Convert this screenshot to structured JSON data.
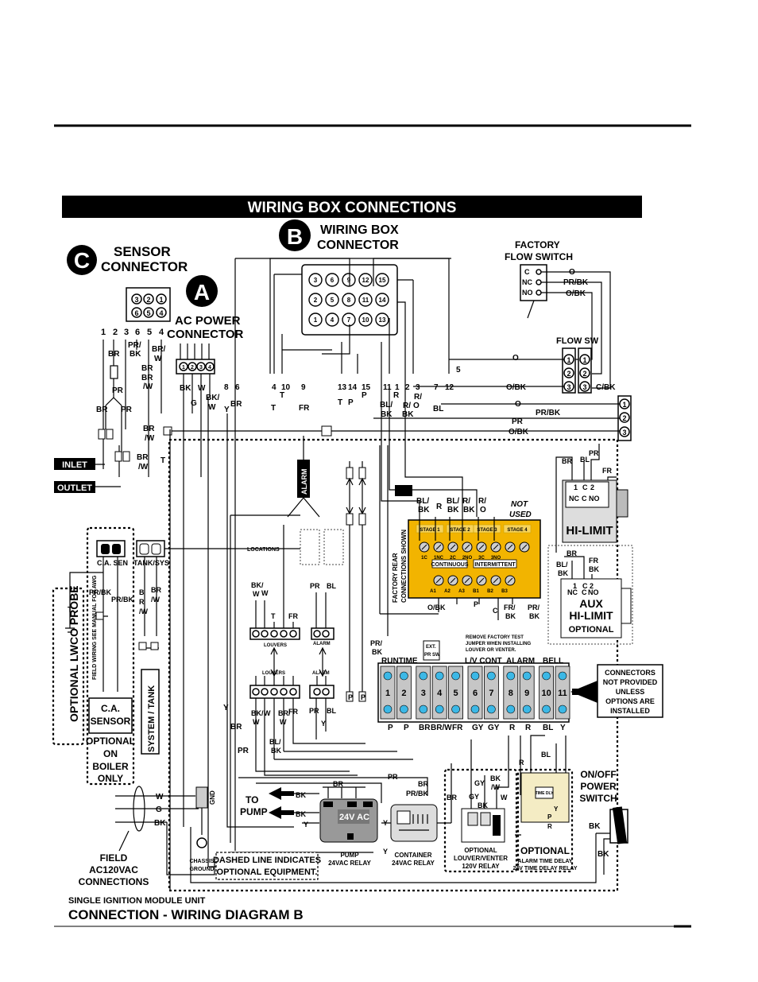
{
  "header": {
    "banner": "WIRING BOX CONNECTIONS"
  },
  "badges": {
    "a": "A",
    "b": "B",
    "c": "C"
  },
  "sensor_connector": {
    "line1": "SENSOR",
    "line2": "CONNECTOR",
    "pins_top": [
      "3",
      "2",
      "1"
    ],
    "pins_bottom": [
      "6",
      "5",
      "4"
    ],
    "wire_numbers": [
      "1",
      "2",
      "3",
      "6",
      "5",
      "4"
    ],
    "wire_colors": [
      "BR",
      "PR/",
      "BK",
      "BR/",
      "W",
      "BR",
      "PR",
      "BR",
      "PR",
      "BR",
      "/W",
      "BR",
      "/W",
      "BR",
      "/W",
      "T"
    ]
  },
  "ac_power": {
    "line1": "AC POWER",
    "line2": "CONNECTOR",
    "pins": [
      "1",
      "2",
      "3",
      "4"
    ],
    "wires": [
      "BK",
      "W",
      "BK/",
      "W",
      "G",
      "Y"
    ]
  },
  "wiring_box_connector": {
    "line1": "WIRING BOX",
    "line2": "CONNECTOR",
    "pins_row1": [
      "3",
      "6",
      "9",
      "12",
      "15"
    ],
    "pins_row2": [
      "2",
      "5",
      "8",
      "11",
      "14"
    ],
    "pins_row3": [
      "1",
      "4",
      "7",
      "10",
      "13"
    ],
    "wire_numbers": [
      "8",
      "6",
      "4",
      "10",
      "9",
      "13",
      "14",
      "15",
      "11",
      "1",
      "2",
      "3",
      "7",
      "12",
      "5"
    ],
    "wire_colors": [
      "BR",
      "T",
      "T",
      "FR",
      "T",
      "P",
      "P",
      "BL/",
      "BK",
      "R",
      "R/",
      "BK",
      "R/",
      "O",
      "BL"
    ]
  },
  "flow_switch": {
    "factory_line1": "FACTORY",
    "factory_line2": "FLOW SWITCH",
    "terms": [
      "C",
      "NC",
      "NO"
    ],
    "wires": [
      "O",
      "PR/BK",
      "O/BK"
    ],
    "flow_sw": "FLOW SW",
    "pins": [
      "1",
      "2",
      "3"
    ],
    "right_pins": [
      "1",
      "2",
      "3"
    ],
    "mid_wires": [
      "O",
      "O/BK",
      "O",
      "C/BK",
      "PR",
      "O/BK",
      "PR/BK"
    ]
  },
  "inlet_outlet": {
    "inlet": "INLET",
    "outlet": "OUTLET"
  },
  "lwco": {
    "label": "OPTIONAL LWCO PROBE",
    "t": "T"
  },
  "ca_sensor": {
    "conn": "C.A. SEN",
    "tank": "TANK/SYS",
    "wires": [
      "PR/BK",
      "PR/BK",
      "B",
      "R",
      "/W",
      "BR",
      "/W"
    ],
    "field_note": "FIELD WIRING SEE MANUAL FOR AWG",
    "box_line1": "C.A.",
    "box_line2": "SENSOR",
    "optional": [
      "OPTIONAL",
      "ON",
      "BOILER",
      "ONLY"
    ],
    "system_tank": "SYSTEM / TANK"
  },
  "module": {
    "alarm": "ALARM",
    "locations": "LOCATIONS",
    "side_label_1": "FACTORY REAR",
    "side_label_2": "CONNECTIONS SHOWN",
    "top_wires": [
      "BL/",
      "BK",
      "R",
      "BL/",
      "BK",
      "R/",
      "BK",
      "R/",
      "O"
    ],
    "not_used_1": "NOT",
    "not_used_2": "USED",
    "stage_labels": [
      "STAGE 1",
      "STAGE 2",
      "STAGE 3",
      "STAGE 4"
    ],
    "row1": [
      "1C",
      "1NC",
      "2C",
      "2NO",
      "3C",
      "3NO"
    ],
    "continuous": "CONTINUOUS",
    "intermittent": "INTERMITTENT",
    "row2": [
      "A1",
      "A2",
      "A3",
      "B1",
      "B2",
      "B3"
    ],
    "bottom_wires": [
      "O/BK",
      "P",
      "C",
      "FR/",
      "BK",
      "PR/",
      "BK"
    ]
  },
  "hi_limit": {
    "wires": [
      "BR",
      "BL",
      "PR",
      "FR"
    ],
    "terms": [
      "1",
      "C",
      "2",
      "NC",
      "C",
      "NO"
    ],
    "label": "HI-LIMIT",
    "aux_wires": [
      "BR",
      "BL/",
      "BK",
      "FR",
      "BK"
    ],
    "aux_terms": [
      "1",
      "C",
      "2",
      "NC",
      "C",
      "NO"
    ],
    "aux_label": "AUX",
    "aux_label2": "HI-LIMIT",
    "aux_opt": "OPTIONAL"
  },
  "louvers": {
    "label": "LOUVERS",
    "alarm": "ALARM",
    "wires_top": [
      "BK/",
      "W",
      "W",
      "T",
      "FR",
      "PR",
      "BL"
    ],
    "wires_bot": [
      "BK/",
      "W",
      "W",
      "BR",
      "FR",
      "PR",
      "BL",
      "Y"
    ],
    "bl_w": [
      "BL/",
      "BK",
      "BR/",
      "W"
    ]
  },
  "terminal_strip": {
    "ext": "EXT.",
    "ext2": "PR SW",
    "remove_note": "REMOVE FACTORY TEST JUMPER WHEN INSTALLING LOUVER OR VENTER.",
    "groups": [
      "RUNTIME",
      "L/V CONT",
      "ALARM",
      "BELL"
    ],
    "numbers": [
      "1",
      "2",
      "3",
      "4",
      "5",
      "6",
      "7",
      "8",
      "9",
      "10",
      "11"
    ],
    "bottom_wires": [
      "P",
      "P",
      "BR",
      "BR/W",
      "FR",
      "GY",
      "GY",
      "R",
      "R",
      "BL",
      "Y"
    ],
    "pr_bk": [
      "PR/",
      "BK"
    ],
    "p_labels": [
      "P",
      "P"
    ]
  },
  "note_box": {
    "lines": [
      "CONNECTORS",
      "NOT PROVIDED",
      "UNLESS",
      "OPTIONS ARE",
      "INSTALLED"
    ]
  },
  "relays": {
    "to_pump_1": "TO",
    "to_pump_2": "PUMP",
    "relay_24vac": "24V AC",
    "pump_relay_1": "PUMP",
    "pump_relay_2": "24VAC RELAY",
    "container_1": "CONTAINER",
    "container_2": "24VAC RELAY",
    "louver_1": "OPTIONAL",
    "louver_2": "LOUVER/VENTER",
    "louver_3": "120V RELAY",
    "alarm_1": "OPTIONAL",
    "alarm_2": "ALARM TIME DELAY",
    "alarm_3": "24V TIME DELAY RELAY",
    "wires": [
      "BR",
      "BK",
      "BK",
      "Y",
      "Y",
      "Y",
      "PR",
      "BR",
      "PR/BK",
      "BR",
      "GY",
      "BK",
      "/W",
      "GY",
      "BK",
      "W",
      "R",
      "BL",
      "P",
      "R",
      "Y"
    ]
  },
  "field": {
    "wires": [
      "W",
      "G",
      "BK"
    ],
    "gnd": "GND",
    "chassis_1": "CHASSIS",
    "chassis_2": "GROUND",
    "label_1": "FIELD",
    "label_2": "AC120VAC",
    "label_3": "CONNECTIONS",
    "y": "Y",
    "br_pr": [
      "BR",
      "PR",
      "Y"
    ]
  },
  "dashed_note": {
    "line1": "DASHED LINE INDICATES",
    "line2": "OPTIONAL EQUIPMENT."
  },
  "power_switch": {
    "line1": "ON/OFF",
    "line2": "POWER",
    "line3": "SWITCH",
    "wires": [
      "BK",
      "BK"
    ]
  },
  "footer": {
    "unit": "SINGLE IGNITION MODULE UNIT",
    "title": "CONNECTION - WIRING DIAGRAM B"
  }
}
